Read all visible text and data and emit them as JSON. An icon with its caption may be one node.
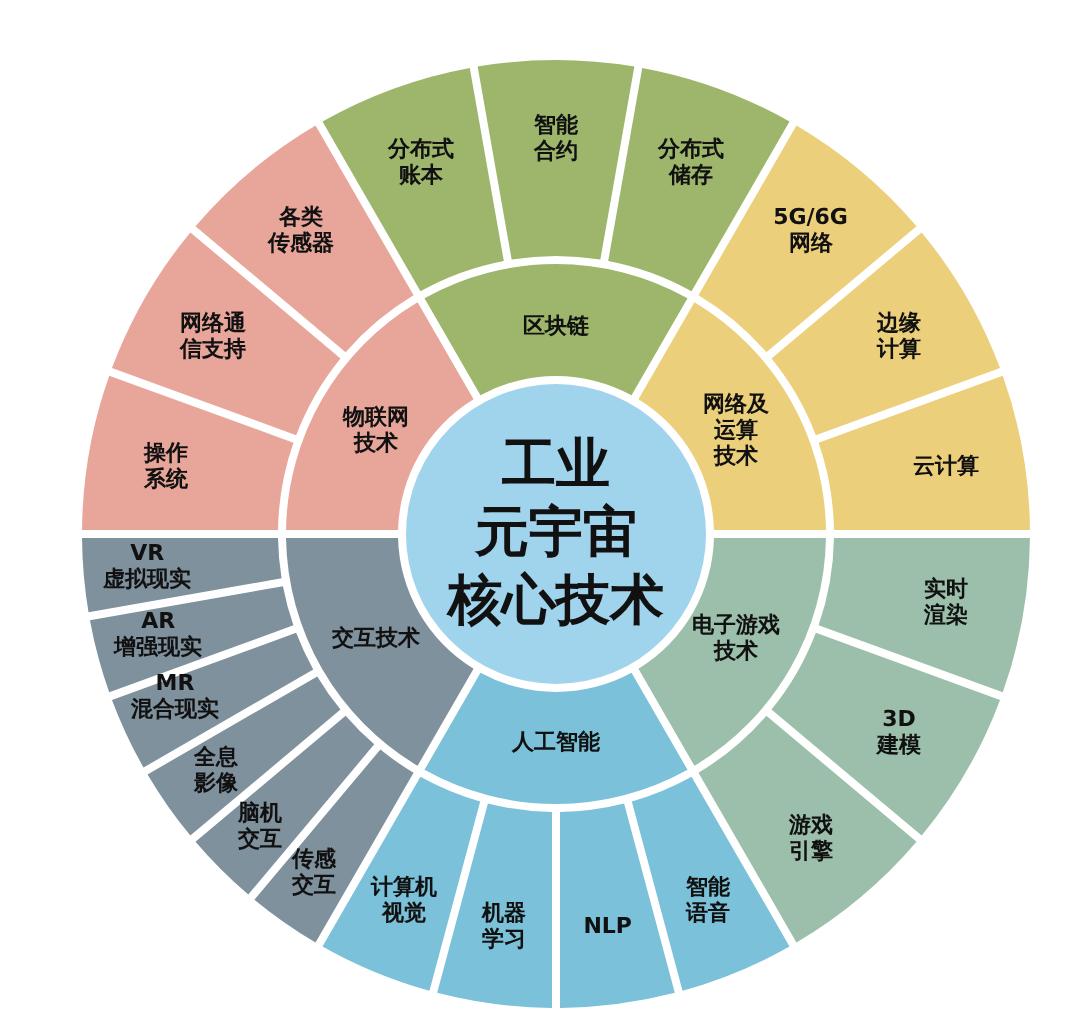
{
  "diagram": {
    "nodes": [
      {
        "text": [
          "工业元宇宙核心技术"
        ]
      },
      {
        "text": [
          "区块链"
        ]
      },
      {
        "text": [
          "分布式账本"
        ]
      },
      {
        "text": [
          "智能合约"
        ]
      },
      {
        "text": [
          "分布式储存"
        ]
      },
      {
        "text": [
          "网络及运算技术"
        ]
      },
      {
        "text": [
          "5G/6G网络"
        ]
      },
      {
        "text": [
          "边缘计算"
        ]
      },
      {
        "text": [
          "云计算"
        ]
      },
      {
        "text": [
          "电子游戏技术"
        ]
      },
      {
        "text": [
          "实时渲染"
        ]
      },
      {
        "text": [
          "3D建模"
        ]
      },
      {
        "text": [
          "游戏引擎"
        ]
      },
      {
        "text": [
          "人工智能"
        ]
      },
      {
        "text": [
          "智能语音"
        ]
      },
      {
        "text": [
          "NLP"
        ]
      },
      {
        "text": [
          "机器学习"
        ]
      },
      {
        "text": [
          "计算机视觉"
        ]
      },
      {
        "text": [
          "交互技术"
        ]
      },
      {
        "text": [
          "传感交互"
        ]
      },
      {
        "text": [
          "脑机交互"
        ]
      },
      {
        "text": [
          "全息影像"
        ]
      },
      {
        "text": [
          "MR混合现实"
        ]
      },
      {
        "text": [
          "AR增强现实"
        ]
      },
      {
        "text": [
          "VR虚拟现实"
        ]
      },
      {
        "text": [
          "物联网技术"
        ]
      },
      {
        "text": [
          "操作系统"
        ]
      },
      {
        "text": [
          "网络通信支持"
        ]
      },
      {
        "text": [
          "各类传感器"
        ]
      }
    ]
  }
}
